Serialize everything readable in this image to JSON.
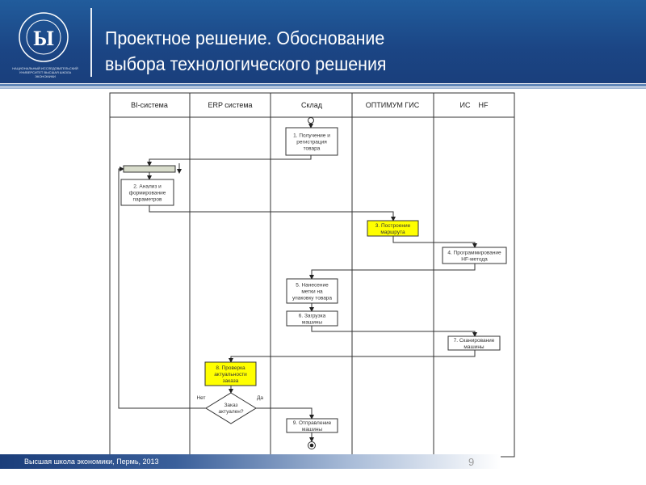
{
  "header": {
    "title_line1": "Проектное решение. Обоснование",
    "title_line2": "выбора технологического решения",
    "logo_text": "НАЦИОНАЛЬНЫЙ ИССЛЕДОВАТЕЛЬСКИЙ УНИВЕРСИТЕТ ВЫСШАЯ ШКОЛА ЭКОНОМИКИ"
  },
  "diagram": {
    "lanes": [
      "BI-система",
      "ERP система",
      "Склад",
      "ОПТИМУМ ГИС",
      "ИС    HF"
    ],
    "steps": {
      "s1": [
        "1. Получение и",
        "регистрация",
        "товара"
      ],
      "s2": [
        "2. Анализ и",
        "формирование",
        "параметров"
      ],
      "s3": [
        "3. Построение",
        "маршрута"
      ],
      "s4": [
        "4. Программирование",
        "HF-метода"
      ],
      "s5": [
        "5. Нанесение",
        "метки на",
        "упаковку товара"
      ],
      "s6": [
        "6. Загрузка",
        "машины"
      ],
      "s7": [
        "7. Сканирование",
        "машины"
      ],
      "s8": [
        "8. Проверка",
        "актуальности",
        "заказа"
      ],
      "s9": [
        "9. Отправление",
        "машины"
      ]
    },
    "decision": [
      "Заказ",
      "актуален?"
    ],
    "no_label": "Нет",
    "yes_label": "Да",
    "highlight_color": "#ffff00"
  },
  "footer": {
    "text": "Высшая школа экономики, Пермь, 2013",
    "page": "9"
  }
}
